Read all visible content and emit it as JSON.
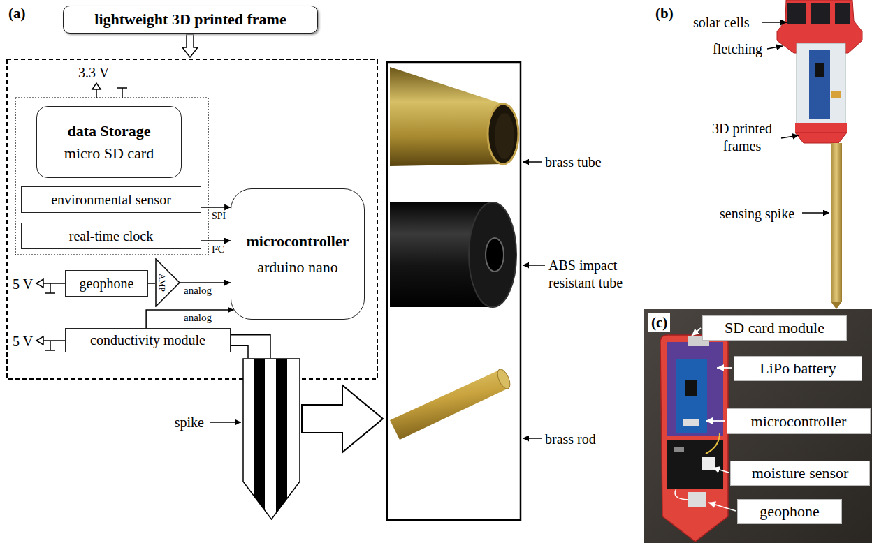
{
  "diagram": {
    "nodes": [
      {
        "text": [
          "lightweight 3D printed frame"
        ]
      },
      {
        "text": [
          "data Storage",
          "micro SD card"
        ]
      },
      {
        "text": [
          "environmental sensor"
        ]
      },
      {
        "text": [
          "real-time clock"
        ]
      },
      {
        "text": [
          "microcontroller",
          "arduino nano"
        ]
      },
      {
        "text": [
          "geophone"
        ]
      },
      {
        "text": [
          "AMP"
        ]
      },
      {
        "text": [
          "conductivity module"
        ]
      },
      {
        "text": [
          "spike"
        ]
      },
      {
        "text": [
          "SD card module"
        ]
      },
      {
        "text": [
          "LiPo battery"
        ]
      },
      {
        "text": [
          "microcontroller"
        ]
      },
      {
        "text": [
          "moisture sensor"
        ]
      },
      {
        "text": [
          "geophone"
        ]
      }
    ],
    "edges": [
      {
        "from": 2,
        "to": 4,
        "arrow": "to",
        "label": "SPI"
      },
      {
        "from": 3,
        "to": 4,
        "arrow": "to",
        "label": "I²C"
      },
      {
        "from": 5,
        "to": 6,
        "arrow": "none"
      },
      {
        "from": 6,
        "to": 4,
        "arrow": "to",
        "label": "analog"
      },
      {
        "from": 7,
        "to": 4,
        "arrow": "to",
        "label": "analog"
      },
      {
        "from": 7,
        "to": 8,
        "arrow": "none"
      },
      {
        "from": 7,
        "to": 8,
        "arrow": "none"
      }
    ],
    "labels": [
      "(a)",
      "3.3 V",
      "5 V",
      "5 V",
      "brass tube",
      "ABS impact resistant tube",
      "brass rod",
      "(b)",
      "solar cells",
      "fletching",
      "3D printed frames",
      "sensing spike",
      "(c)"
    ]
  }
}
